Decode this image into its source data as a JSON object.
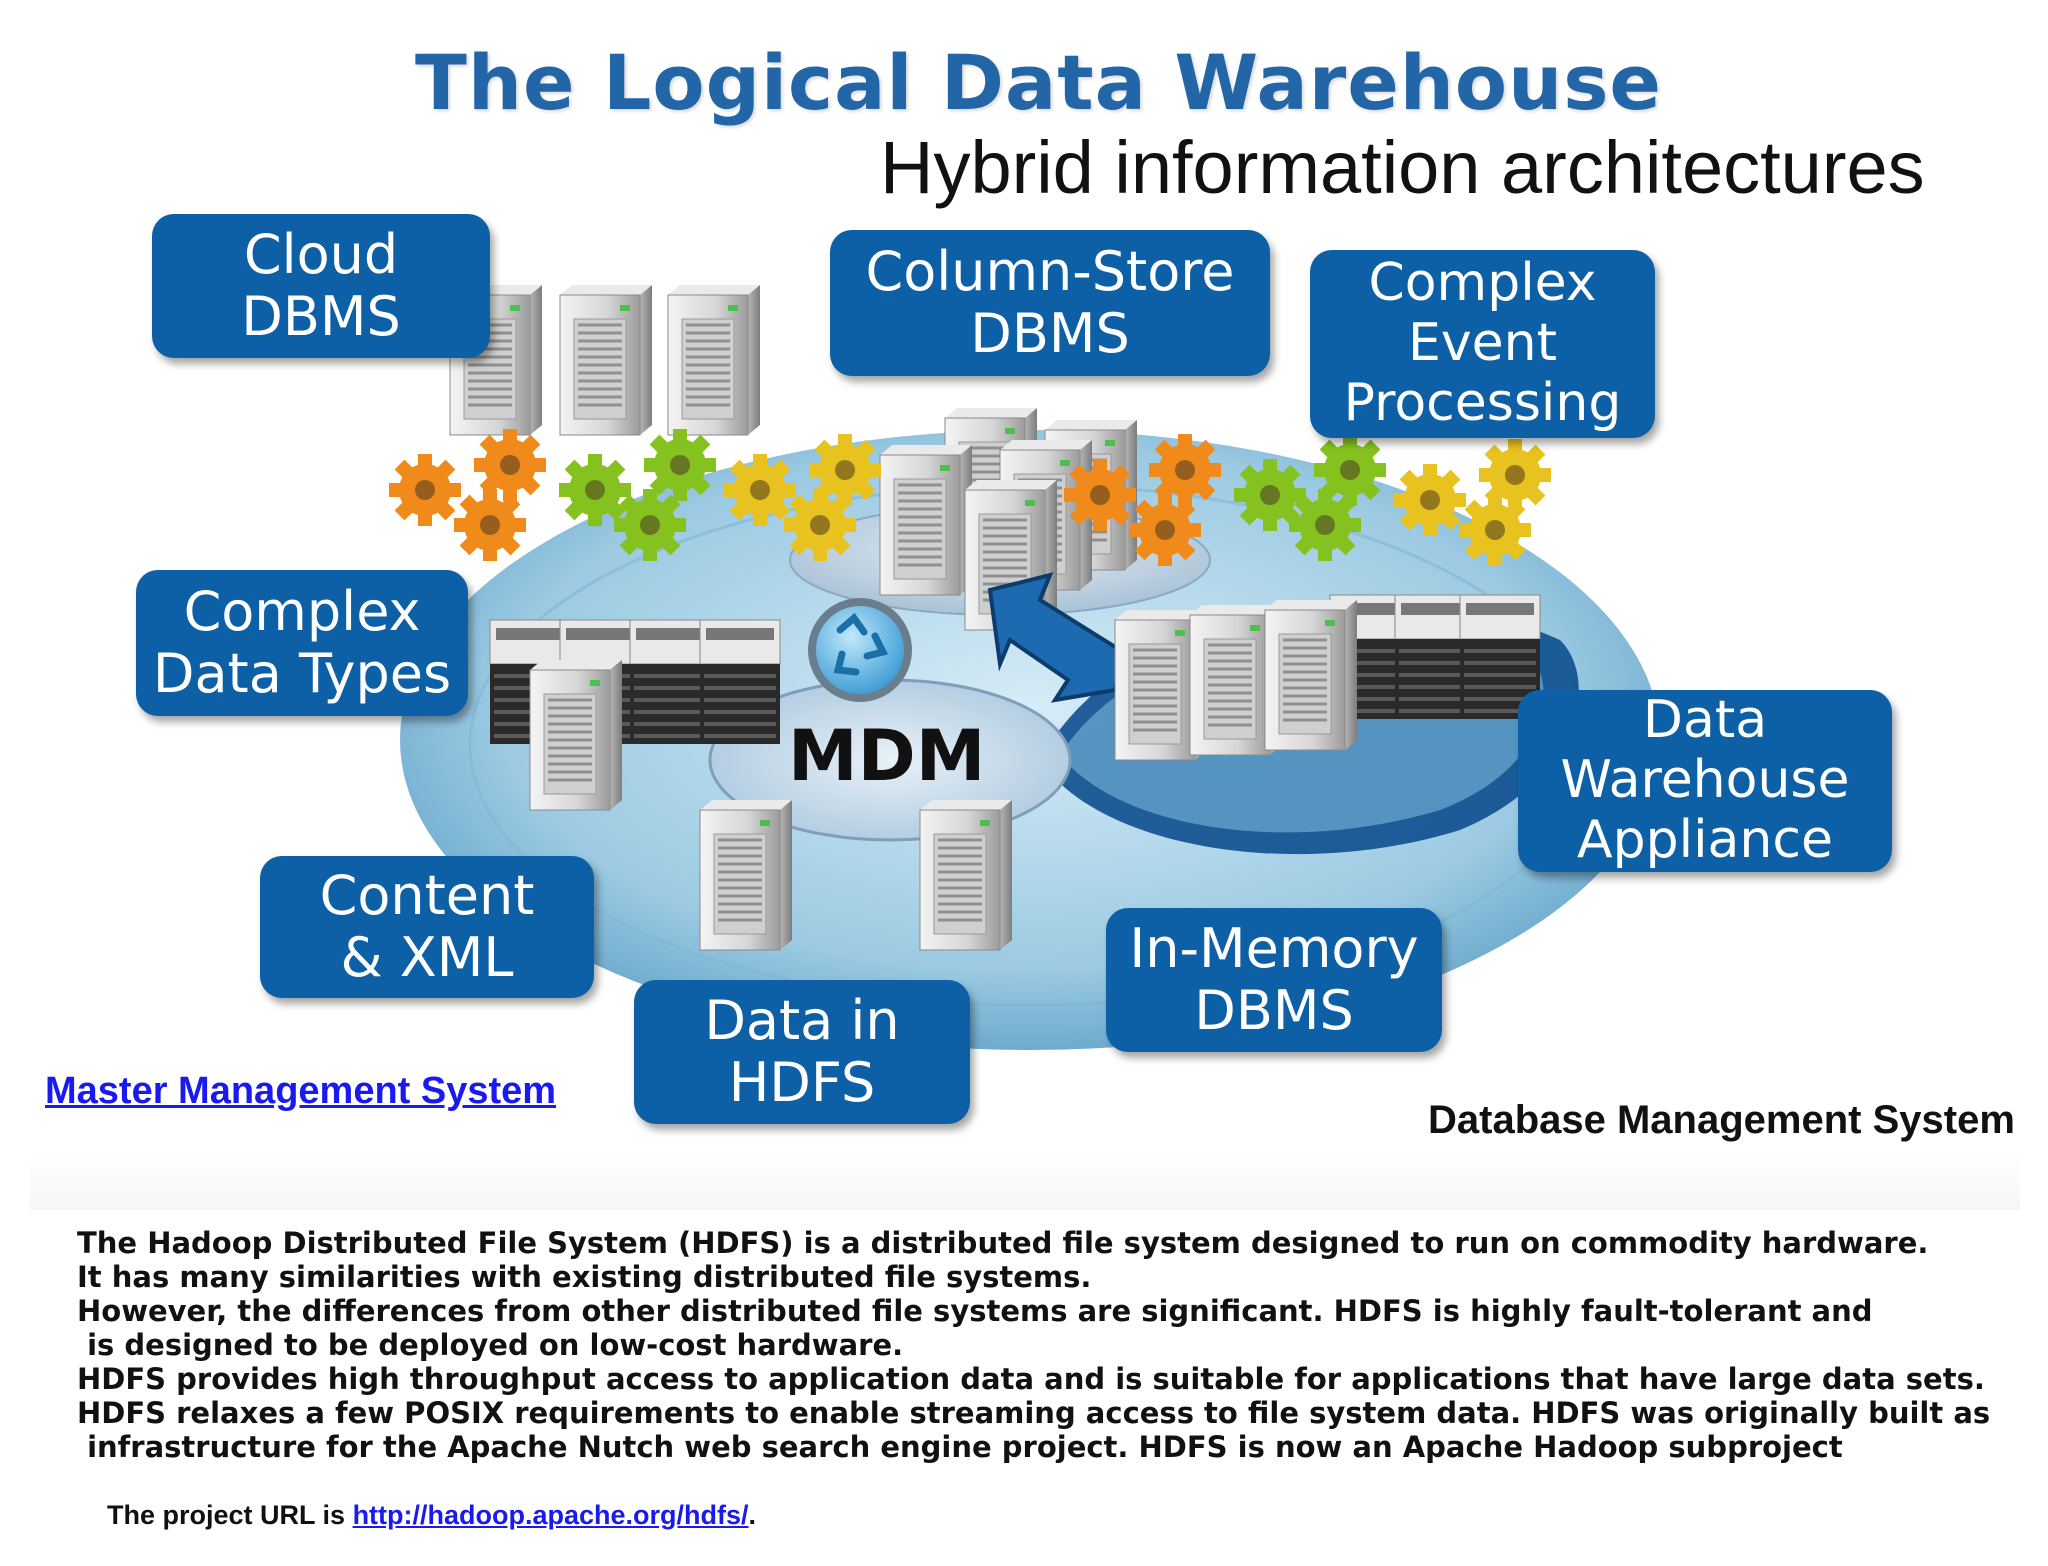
{
  "header": {
    "title": "The Logical Data Warehouse",
    "subtitle": "Hybrid information architectures"
  },
  "diagram": {
    "center_label": "MDM",
    "boxes": [
      {
        "id": "cloud",
        "label": "Cloud\nDBMS"
      },
      {
        "id": "column-store",
        "label": "Column-Store\nDBMS"
      },
      {
        "id": "cep",
        "label": "Complex\nEvent\nProcessing"
      },
      {
        "id": "complex-data",
        "label": "Complex\nData Types"
      },
      {
        "id": "dwa",
        "label": "Data\nWarehouse\nAppliance"
      },
      {
        "id": "content-xml",
        "label": "Content\n& XML"
      },
      {
        "id": "hdfs",
        "label": "Data in\nHDFS"
      },
      {
        "id": "in-memory",
        "label": "In-Memory\nDBMS"
      }
    ],
    "colors": {
      "box": "#0e60a6",
      "title": "#2266a8",
      "gear_orange": "#f08a1a",
      "gear_green": "#86c21f",
      "gear_yellow": "#e8c21e"
    }
  },
  "captions": {
    "master_link": "Master Management System",
    "dbms_note": "Database Management System"
  },
  "description": {
    "lines": [
      "The Hadoop Distributed File System (HDFS) is a distributed file system designed to run on commodity hardware.",
      "It has many similarities with existing distributed file systems.",
      "However, the differences from other distributed file systems are significant. HDFS is highly fault-tolerant and",
      " is designed to be deployed on low-cost hardware.",
      "HDFS provides high throughput access to application data and is suitable for applications that have large data sets.",
      "HDFS relaxes a few POSIX requirements to enable streaming access to file system data. HDFS was originally built as",
      " infrastructure for the Apache Nutch web search engine project. HDFS is now an Apache Hadoop subproject"
    ],
    "url_prefix": "The project URL is ",
    "url": "http://hadoop.apache.org/hdfs/",
    "url_suffix": "."
  }
}
